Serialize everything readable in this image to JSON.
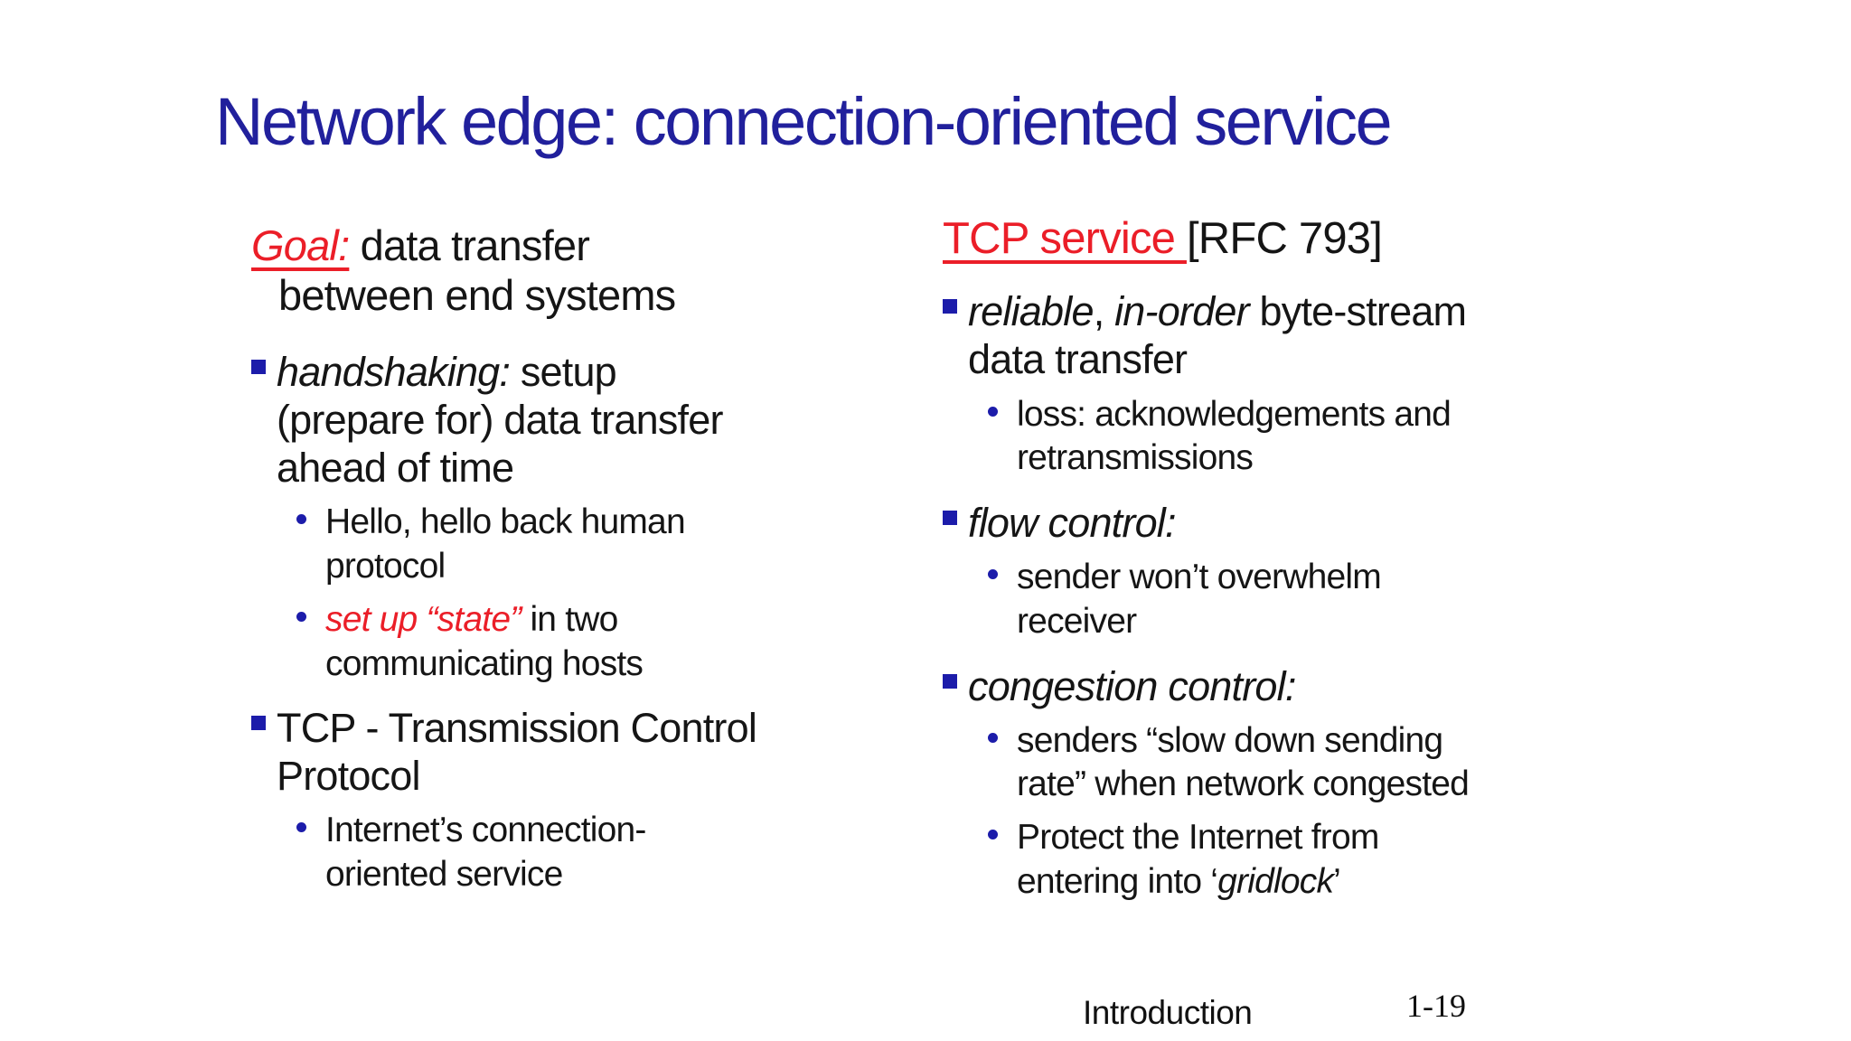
{
  "slide": {
    "title": "Network edge: connection-oriented service",
    "left_column": {
      "goal_runs": [
        {
          "text": "Goal:",
          "style": "red italic underline"
        },
        {
          "text": " data transfer\nbetween end systems",
          "style": ""
        }
      ],
      "items": [
        {
          "level": 1,
          "runs": [
            {
              "text": "handshaking:",
              "style": "italic"
            },
            {
              "text": " setup\n(prepare for) data transfer\nahead of time",
              "style": ""
            }
          ]
        },
        {
          "level": 2,
          "runs": [
            {
              "text": "Hello, hello back human\nprotocol",
              "style": ""
            }
          ]
        },
        {
          "level": 2,
          "runs": [
            {
              "text": "set up “state”",
              "style": "red italic"
            },
            {
              "text": " in two\ncommunicating hosts",
              "style": ""
            }
          ]
        },
        {
          "level": 1,
          "runs": [
            {
              "text": "TCP - Transmission Control\nProtocol",
              "style": ""
            }
          ]
        },
        {
          "level": 2,
          "runs": [
            {
              "text": "Internet’s connection-\noriented service",
              "style": ""
            }
          ]
        }
      ]
    },
    "right_column": {
      "heading_runs": [
        {
          "text": "TCP service ",
          "style": "red underline"
        },
        {
          "text": "[RFC 793]",
          "style": ""
        }
      ],
      "items": [
        {
          "level": 1,
          "runs": [
            {
              "text": "reliable",
              "style": "italic"
            },
            {
              "text": ", ",
              "style": ""
            },
            {
              "text": "in-order",
              "style": "italic"
            },
            {
              "text": " byte-stream\ndata transfer",
              "style": ""
            }
          ]
        },
        {
          "level": 2,
          "runs": [
            {
              "text": "loss: acknowledgements and\nretransmissions",
              "style": ""
            }
          ]
        },
        {
          "level": 1,
          "runs": [
            {
              "text": "flow control:",
              "style": "italic"
            }
          ]
        },
        {
          "level": 2,
          "runs": [
            {
              "text": "sender won’t overwhelm\nreceiver",
              "style": ""
            }
          ]
        },
        {
          "level": 1,
          "runs": [
            {
              "text": "congestion control:",
              "style": "italic"
            }
          ]
        },
        {
          "level": 2,
          "runs": [
            {
              "text": "senders “slow down sending\nrate” when network congested",
              "style": ""
            }
          ]
        },
        {
          "level": 2,
          "runs": [
            {
              "text": "Protect the Internet from\nentering into ‘",
              "style": ""
            },
            {
              "text": "gridlock",
              "style": "italic"
            },
            {
              "text": "’",
              "style": ""
            }
          ]
        }
      ]
    },
    "footer": {
      "section": "Introduction",
      "page": "1-19"
    },
    "colors": {
      "title_blue": "#21209c",
      "bullet_blue": "#1c1caa",
      "accent_red": "#eb1e28",
      "body_text": "#151515"
    }
  }
}
